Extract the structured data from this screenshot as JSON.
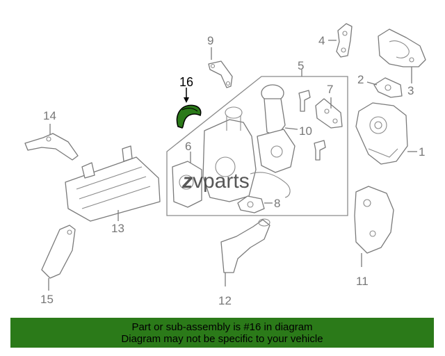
{
  "diagram": {
    "highlight_color": "#2b7a19",
    "callouts": {
      "c1": "1",
      "c2": "2",
      "c3": "3",
      "c4": "4",
      "c5": "5",
      "c6": "6",
      "c7": "7",
      "c8": "8",
      "c9": "9",
      "c10": "10",
      "c11": "11",
      "c12": "12",
      "c13": "13",
      "c14": "14",
      "c15": "15",
      "c16": "16"
    },
    "highlighted_part": "16",
    "watermark": "vparts"
  },
  "banner": {
    "line1": "Part or sub-assembly is #16 in diagram",
    "line2": "Diagram may not be specific to your vehicle",
    "background": "#2b7a19"
  }
}
